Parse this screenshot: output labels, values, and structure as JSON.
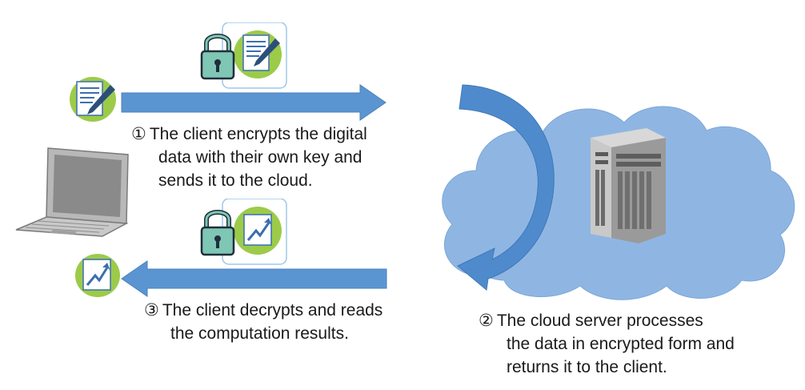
{
  "steps": [
    {
      "number": "①",
      "lines": [
        "The client encrypts the digital",
        "data with their own key and",
        "sends it to the cloud."
      ]
    },
    {
      "number": "②",
      "lines": [
        "The cloud server processes",
        "the data in encrypted form and",
        "returns it to the client."
      ]
    },
    {
      "number": "③",
      "lines": [
        "The client decrypts and reads",
        "the computation results."
      ]
    }
  ],
  "colors": {
    "arrow_blue": "#5b95d1",
    "cloud_blue": "#8fb6e3",
    "lock_teal": "#7fc6b4",
    "doc_green": "#9ccb4a",
    "laptop_gray": "#a9a9a9",
    "server_gray": "#8c8c8c"
  },
  "icons": [
    "document-icon",
    "lock-icon",
    "chart-icon",
    "laptop-icon",
    "cloud-icon",
    "server-icon"
  ]
}
